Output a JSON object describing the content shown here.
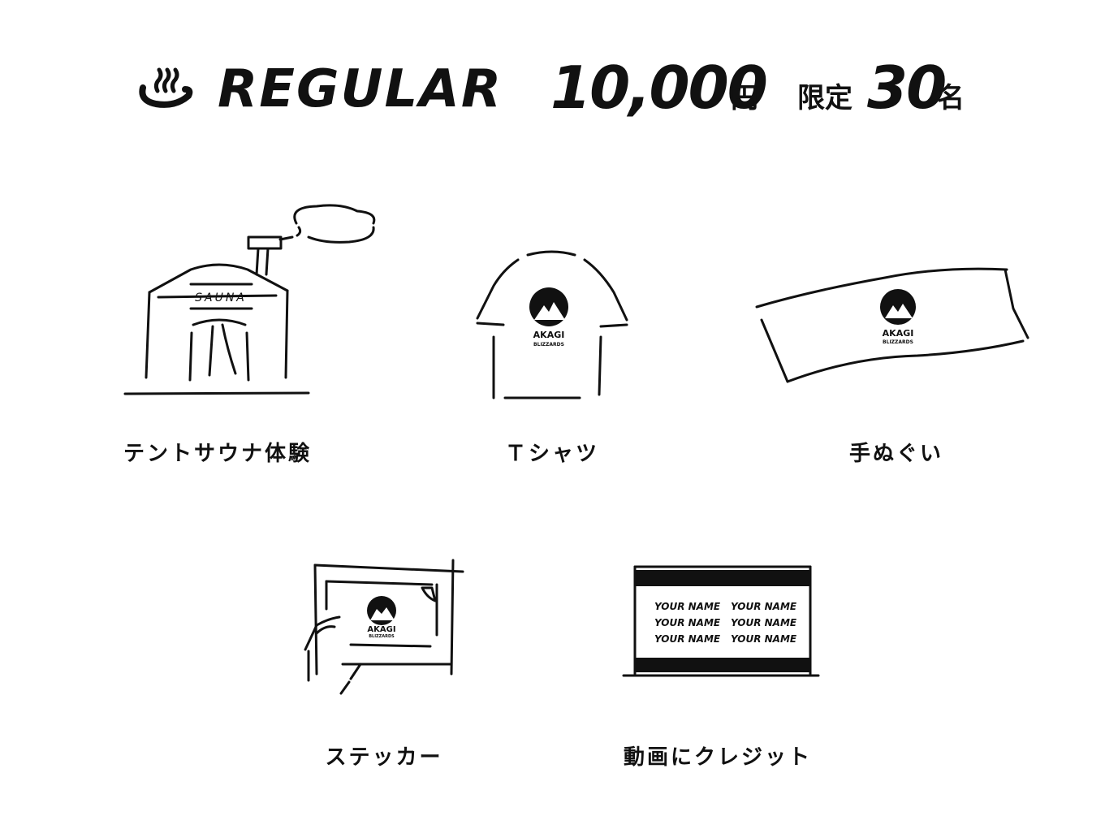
{
  "header": {
    "icon": "onsen-icon",
    "plan_name": "REGULAR",
    "price_number": "10,000",
    "price_unit": "円",
    "limit_prefix": "限定",
    "limit_number": "30",
    "limit_suffix": "名"
  },
  "items": [
    {
      "label": "テントサウナ体験",
      "icon": "tent-sauna-icon",
      "sign_text": "SAUNA"
    },
    {
      "label": "Ｔシャツ",
      "icon": "tshirt-icon",
      "logo_top": "AKAGI",
      "logo_bottom": "BLIZZARDS"
    },
    {
      "label": "手ぬぐい",
      "icon": "towel-icon",
      "logo_top": "AKAGI",
      "logo_bottom": "BLIZZARDS"
    },
    {
      "label": "ステッカー",
      "icon": "sticker-icon",
      "logo_top": "AKAGI",
      "logo_bottom": "BLIZZARDS"
    },
    {
      "label": "動画にクレジット",
      "icon": "video-credit-icon",
      "credit_names": [
        "YOUR NAME",
        "YOUR NAME",
        "YOUR NAME",
        "YOUR NAME",
        "YOUR NAME",
        "YOUR NAME"
      ]
    }
  ],
  "colors": {
    "ink": "#111111",
    "background": "#ffffff"
  }
}
